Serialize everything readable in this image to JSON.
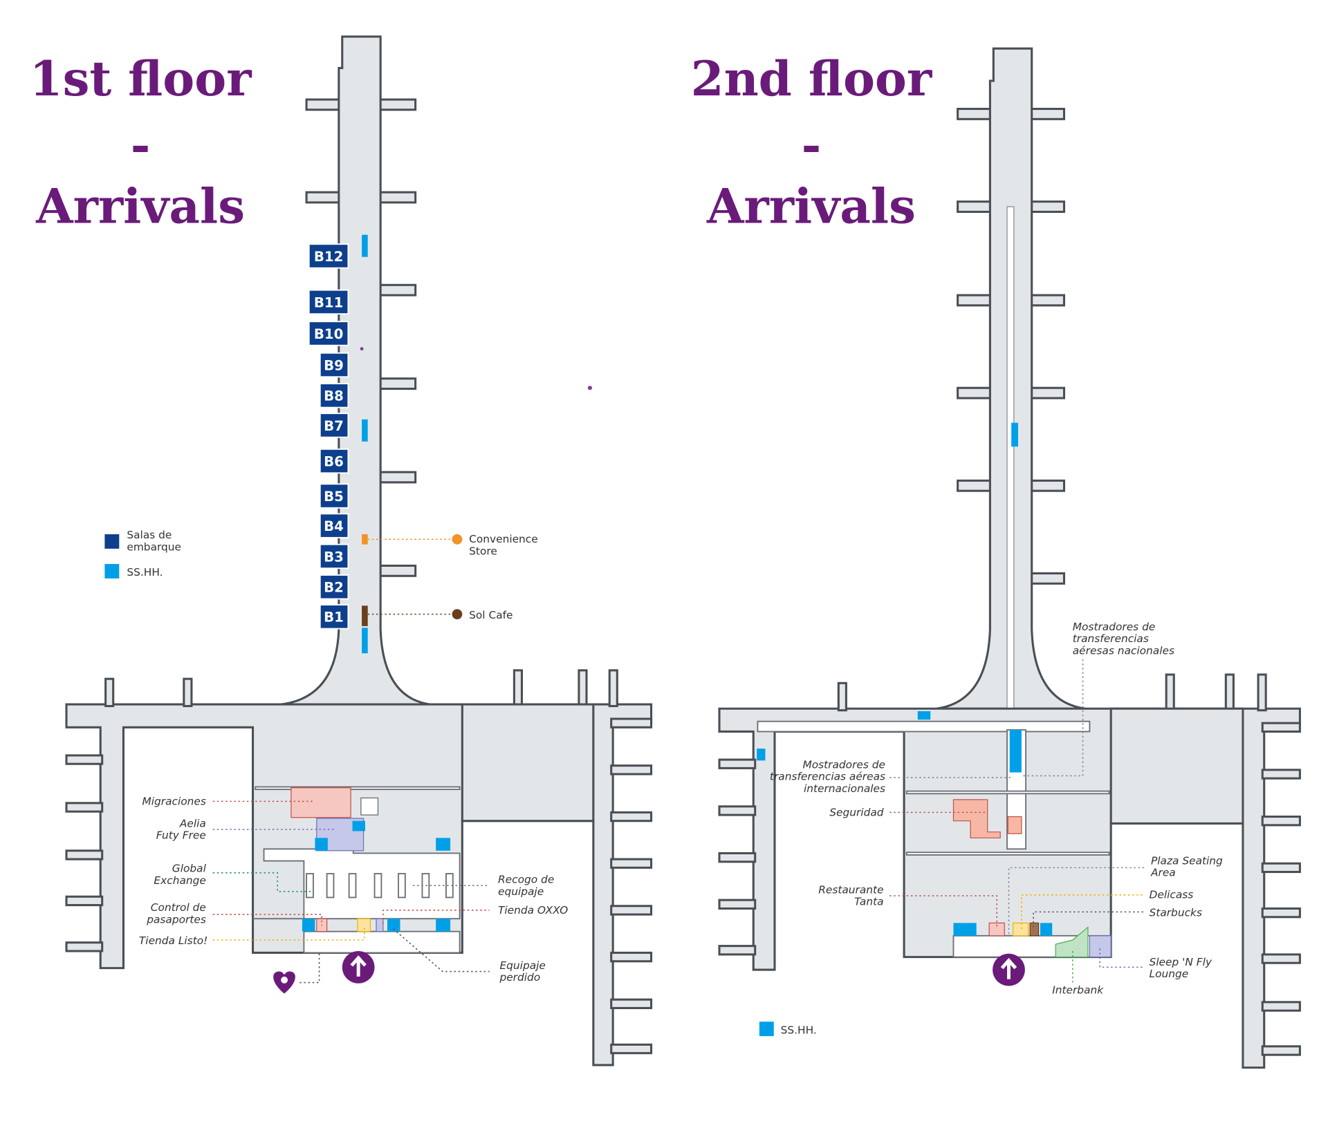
{
  "floors": [
    {
      "title_line1": "1st floor",
      "title_dash": "-",
      "title_line2": "Arrivals"
    },
    {
      "title_line1": "2nd floor",
      "title_dash": "-",
      "title_line2": "Arrivals"
    }
  ],
  "gates": [
    "B12",
    "B11",
    "B10",
    "B9",
    "B8",
    "B7",
    "B6",
    "B5",
    "B4",
    "B3",
    "B2",
    "B1"
  ],
  "legend_left": {
    "boarding_line1": "Salas de",
    "boarding_line2": "embarque",
    "restrooms": "SS.HH."
  },
  "legend_right": {
    "restrooms": "SS.HH."
  },
  "floor1_labels": {
    "convenience": [
      "Convenience",
      "Store"
    ],
    "solcafe": "Sol Cafe",
    "migraciones": "Migraciones",
    "aelia": [
      "Aelia",
      "Futy Free"
    ],
    "global": [
      "Global",
      "Exchange"
    ],
    "control": [
      "Control de",
      "pasaportes"
    ],
    "listo": "Tienda Listo!",
    "recogo": [
      "Recogo de",
      "equipaje"
    ],
    "oxxo": "Tienda OXXO",
    "perdido": [
      "Equipaje",
      "perdido"
    ]
  },
  "floor2_labels": {
    "nacionales": [
      "Mostradores de",
      "transferencias",
      "aéresas nacionales"
    ],
    "internacionales": [
      "Mostradores de",
      "transferencias aéreas",
      "internacionales"
    ],
    "seguridad": "Seguridad",
    "plaza": [
      "Plaza Seating",
      "Area"
    ],
    "tanta": [
      "Restaurante",
      "Tanta"
    ],
    "delicass": "Delicass",
    "starbucks": "Starbucks",
    "sleep": [
      "Sleep 'N Fly",
      "Lounge"
    ],
    "interbank": "Interbank"
  },
  "colors": {
    "title": "#6a1b7a",
    "gate": "#0d3f8c",
    "restroom": "#00a0e9",
    "exit": "#6a1b7a"
  }
}
